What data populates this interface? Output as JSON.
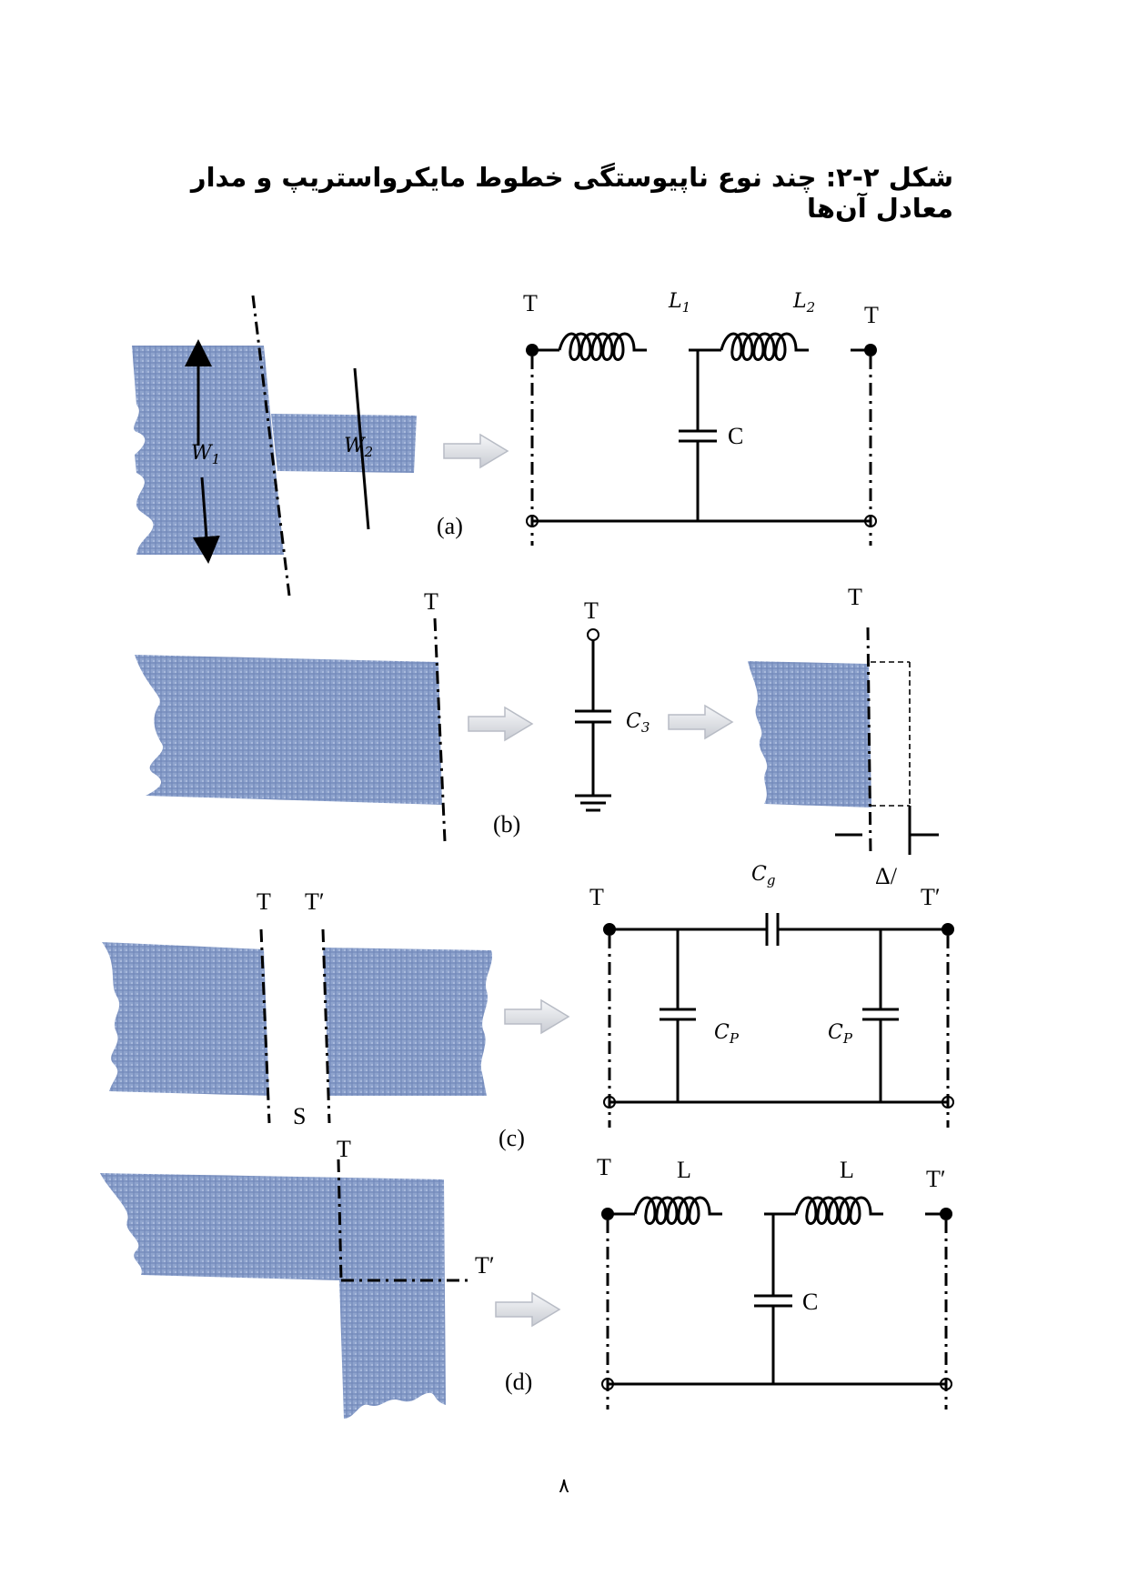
{
  "caption": "شکل ۲-۲: چند نوع ناپیوستگی خطوط مایکرواستریپ و مدار معادل آن‌ها",
  "colors": {
    "strip": "#8ea3cd",
    "strip_texture": "#6f86b8",
    "arrow": "#e3e5ea",
    "line": "#000000"
  },
  "panel_a": {
    "label": "(a)",
    "w1": "W",
    "w1_sub": "1",
    "w2": "W",
    "w2_sub": "2",
    "t_left": "T",
    "t_right": "T",
    "l1": "L",
    "l1_sub": "1",
    "l2": "L",
    "l2_sub": "2",
    "cap": "C"
  },
  "panel_b": {
    "label": "(b)",
    "t_strip": "T",
    "t_circuit": "T",
    "cap": "C",
    "cap_sub": "3",
    "t_ext": "T",
    "delta": "Δ/"
  },
  "panel_c": {
    "label": "(c)",
    "t_strip": "T",
    "tp_strip": "T′",
    "gap": "S",
    "t_circuit": "T",
    "tp_circuit": "T′",
    "cg": "C",
    "cg_sub": "g",
    "cp_left": "C",
    "cp_left_sub": "P",
    "cp_right": "C",
    "cp_right_sub": "P"
  },
  "panel_d": {
    "label": "(d)",
    "t_strip": "T",
    "tp_strip": "T′",
    "t_circuit": "T",
    "tp_circuit": "T′",
    "l_left": "L",
    "l_right": "L",
    "cap": "C"
  },
  "page_number": "۸"
}
